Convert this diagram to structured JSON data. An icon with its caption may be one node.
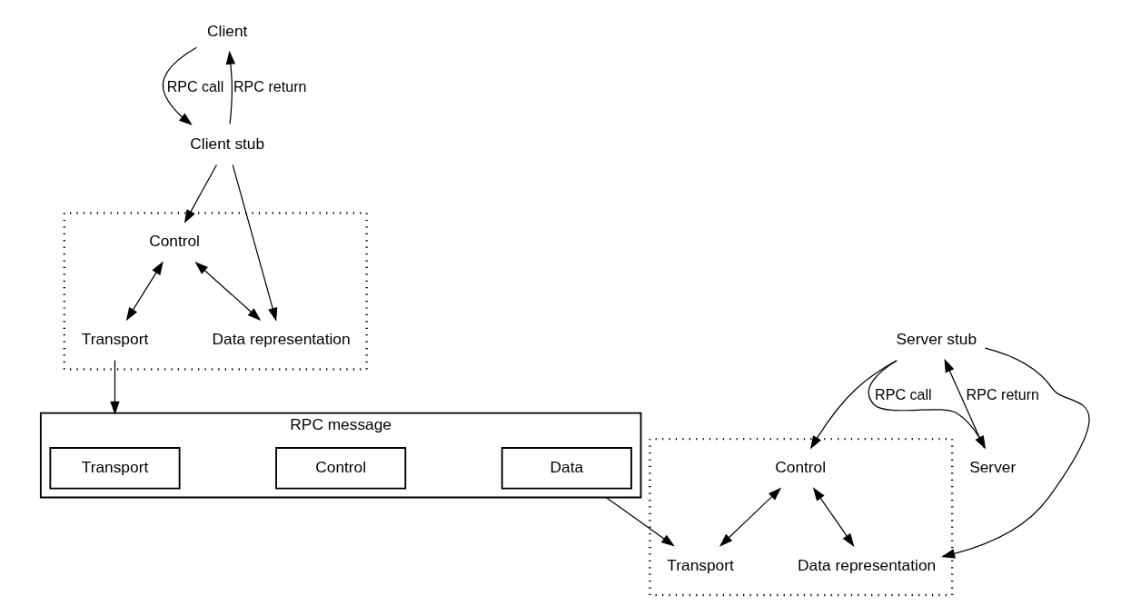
{
  "diagram": {
    "nodes": [
      {
        "text": [
          "Client"
        ]
      },
      {
        "text": [
          "Client stub"
        ]
      },
      {
        "text": [],
        "shape": "box"
      },
      {
        "text": [
          "Control"
        ],
        "in": 2
      },
      {
        "text": [
          "Data representation"
        ],
        "in": 2
      },
      {
        "text": [
          "Transport"
        ],
        "in": 2
      },
      {
        "text": [
          "Server"
        ]
      },
      {
        "text": [
          "Server stub"
        ]
      },
      {
        "text": [],
        "shape": "box"
      },
      {
        "text": [
          "Control"
        ],
        "in": 8
      },
      {
        "text": [
          "Data representation"
        ],
        "in": 8
      },
      {
        "text": [
          "Transport"
        ],
        "in": 8
      },
      {
        "text": [
          "RPC message"
        ]
      },
      {
        "text": [
          "Transport"
        ],
        "in": 12
      },
      {
        "text": [
          "Control"
        ],
        "in": 12
      },
      {
        "text": [
          "Data"
        ],
        "in": 12
      }
    ],
    "edges": [
      {
        "from": 0,
        "to": 1,
        "arrow": "to",
        "label": "RPC call"
      },
      {
        "from": 1,
        "to": 0,
        "arrow": "to",
        "label": "RPC return"
      },
      {
        "from": 7,
        "to": 6,
        "arrow": "to",
        "label": "RPC call"
      },
      {
        "from": 6,
        "to": 7,
        "arrow": "to",
        "label": "RPC return"
      },
      {
        "from": 1,
        "to": 3,
        "arrow": "to"
      },
      {
        "from": 1,
        "to": 4,
        "arrow": "to"
      },
      {
        "from": 7,
        "to": 9,
        "arrow": "to"
      },
      {
        "from": 7,
        "to": 10,
        "arrow": "to"
      },
      {
        "from": 3,
        "to": 4,
        "arrow": "both"
      },
      {
        "from": 3,
        "to": 5,
        "arrow": "both"
      },
      {
        "from": 9,
        "to": 10,
        "arrow": "both"
      },
      {
        "from": 9,
        "to": 11,
        "arrow": "both"
      },
      {
        "from": 5,
        "to": 12,
        "arrow": "to"
      },
      {
        "from": 12,
        "to": 11,
        "arrow": "to"
      }
    ]
  }
}
